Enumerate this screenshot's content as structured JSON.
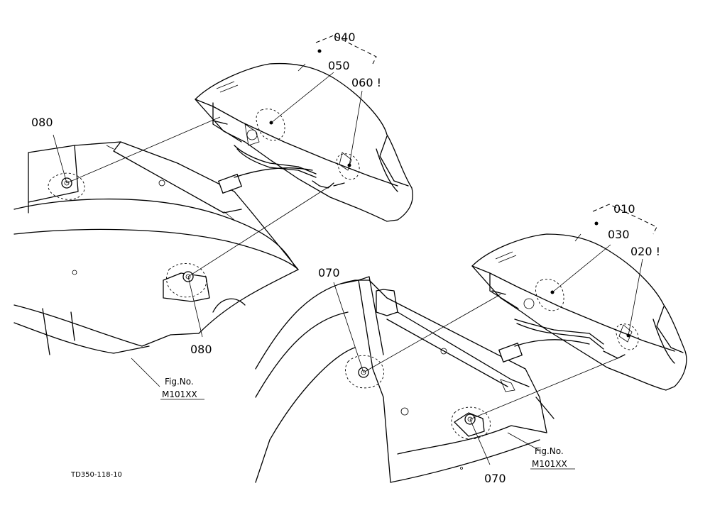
{
  "callouts": {
    "c040": "040",
    "c050": "050",
    "c060": "060 !",
    "c080_top": "080",
    "c080_bottom": "080",
    "c010": "010",
    "c030": "030",
    "c020": "020 !",
    "c070_top": "070",
    "c070_bottom": "070"
  },
  "figure_refs": {
    "left": {
      "prefix": "Fig.No.",
      "code": "M101XX"
    },
    "right": {
      "prefix": "Fig.No.",
      "code": "M101XX"
    }
  },
  "drawing_code": "TD350-118-10"
}
